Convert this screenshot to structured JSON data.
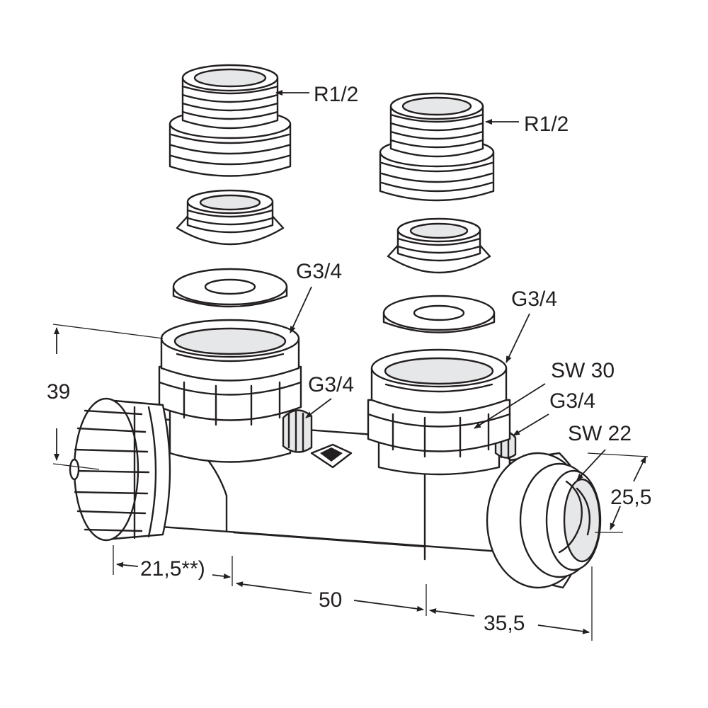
{
  "labels": {
    "thread_top_left": "R1/2",
    "thread_top_right": "R1/2",
    "nut_left": "G3/4",
    "nut_right": "G3/4",
    "port_left": "G3/4",
    "port_right": "G3/4",
    "wrench_large": "SW 30",
    "wrench_small": "SW 22"
  },
  "dimensions": {
    "height": "39",
    "offset_left": "21,5**)",
    "spacing": "50",
    "offset_right": "35,5",
    "cap_size": "25,5"
  },
  "colors": {
    "line": "#231f20",
    "fill": "#ffffff",
    "shade": "#e6e7e8"
  }
}
